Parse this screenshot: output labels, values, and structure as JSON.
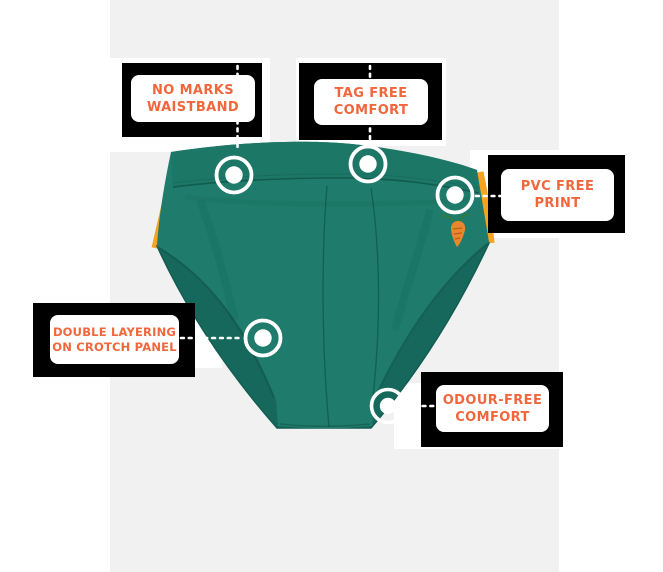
{
  "page": {
    "background": "#ffffff",
    "photo_panel": {
      "background": "#f1f1f2"
    }
  },
  "product": {
    "description": "teal briefs flat lay product photo",
    "logo_icon": "carrot-logo-icon",
    "colors": {
      "fabric": "#1f7b6b",
      "fabric_back_panel": "#17685c",
      "seam": "#135c50",
      "waistband": "#1d7767",
      "side_stripe": "#f4a322",
      "carrot_body": "#e8872f",
      "carrot_stripe": "#ba5f13",
      "carrot_leaf": "#2e7c3f"
    }
  },
  "callout_style": {
    "text_color": "#f2663b",
    "box_background": "#ffffff",
    "shadow_color": "#000000",
    "marker_color": "#ffffff",
    "connector_style": "white-dotted"
  },
  "callouts": [
    {
      "id": "no-marks-waistband",
      "line1": "NO MARKS",
      "line2": "WAISTBAND"
    },
    {
      "id": "tag-free-comfort",
      "line1": "TAG FREE",
      "line2": "COMFORT"
    },
    {
      "id": "pvc-free-print",
      "line1": "PVC FREE",
      "line2": "PRINT"
    },
    {
      "id": "double-layering-on-crotch-panel",
      "line1": "DOUBLE LAYERING",
      "line2": "ON CROTCH PANEL"
    },
    {
      "id": "odour-free-comfort",
      "line1": "ODOUR-FREE",
      "line2": "COMFORT"
    }
  ]
}
